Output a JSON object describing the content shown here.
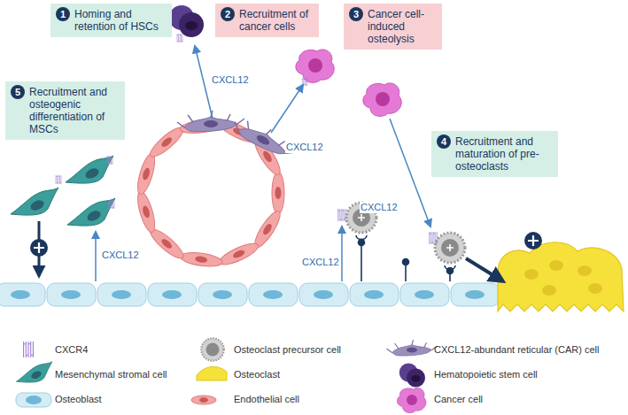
{
  "diagram": {
    "nodes": [
      {
        "text": [
          "1",
          "Homing and retention of HSCs"
        ]
      },
      {
        "text": [
          "2",
          "Recruitment of cancer cells"
        ]
      },
      {
        "text": [
          "3",
          "Cancer cell-induced osteolysis"
        ]
      },
      {
        "text": [
          "4",
          "Recruitment and maturation of pre-osteoclasts"
        ]
      },
      {
        "text": [
          "5",
          "Recruitment and osteogenic differentiation of MSCs"
        ]
      }
    ],
    "labels": [
      "CXCL12",
      "CXCL12",
      "CXCL12",
      "CXCL12",
      "CXCL12"
    ],
    "legend": [
      {
        "text": "CXCR4"
      },
      {
        "text": "Osteoclast precursor cell"
      },
      {
        "text": "CXCL12-abundant reticular (CAR) cell"
      },
      {
        "text": "Mesenchymal stromal cell"
      },
      {
        "text": "Osteoclast"
      },
      {
        "text": "Hematopoietic stem cell"
      },
      {
        "text": "Osteoblast"
      },
      {
        "text": "Endothelial cell"
      },
      {
        "text": "Cancer cell"
      }
    ]
  }
}
